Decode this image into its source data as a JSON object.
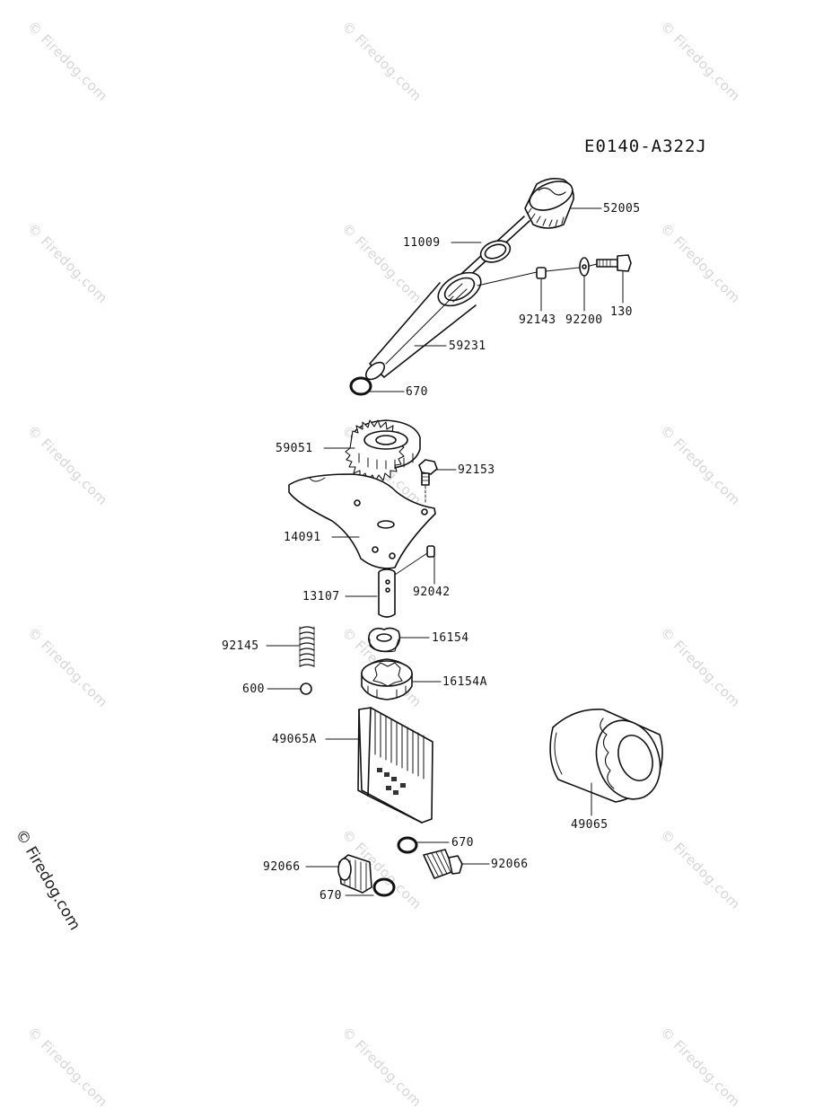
{
  "diagram_code": "E0140-A322J",
  "watermark_text": "© Firedog.com",
  "watermark_large_text": "© Firedog.com",
  "labels": {
    "p52005": "52005",
    "p11009": "11009",
    "p130": "130",
    "p92143": "92143",
    "p92200": "92200",
    "p59231": "59231",
    "p670_top": "670",
    "p59051": "59051",
    "p92153": "92153",
    "p14091": "14091",
    "p92042": "92042",
    "p13107": "13107",
    "p92145": "92145",
    "p16154": "16154",
    "p600": "600",
    "p16154A": "16154A",
    "p49065A": "49065A",
    "p49065": "49065",
    "p670_mid": "670",
    "p92066_left": "92066",
    "p92066_right": "92066",
    "p670_bottom": "670"
  }
}
